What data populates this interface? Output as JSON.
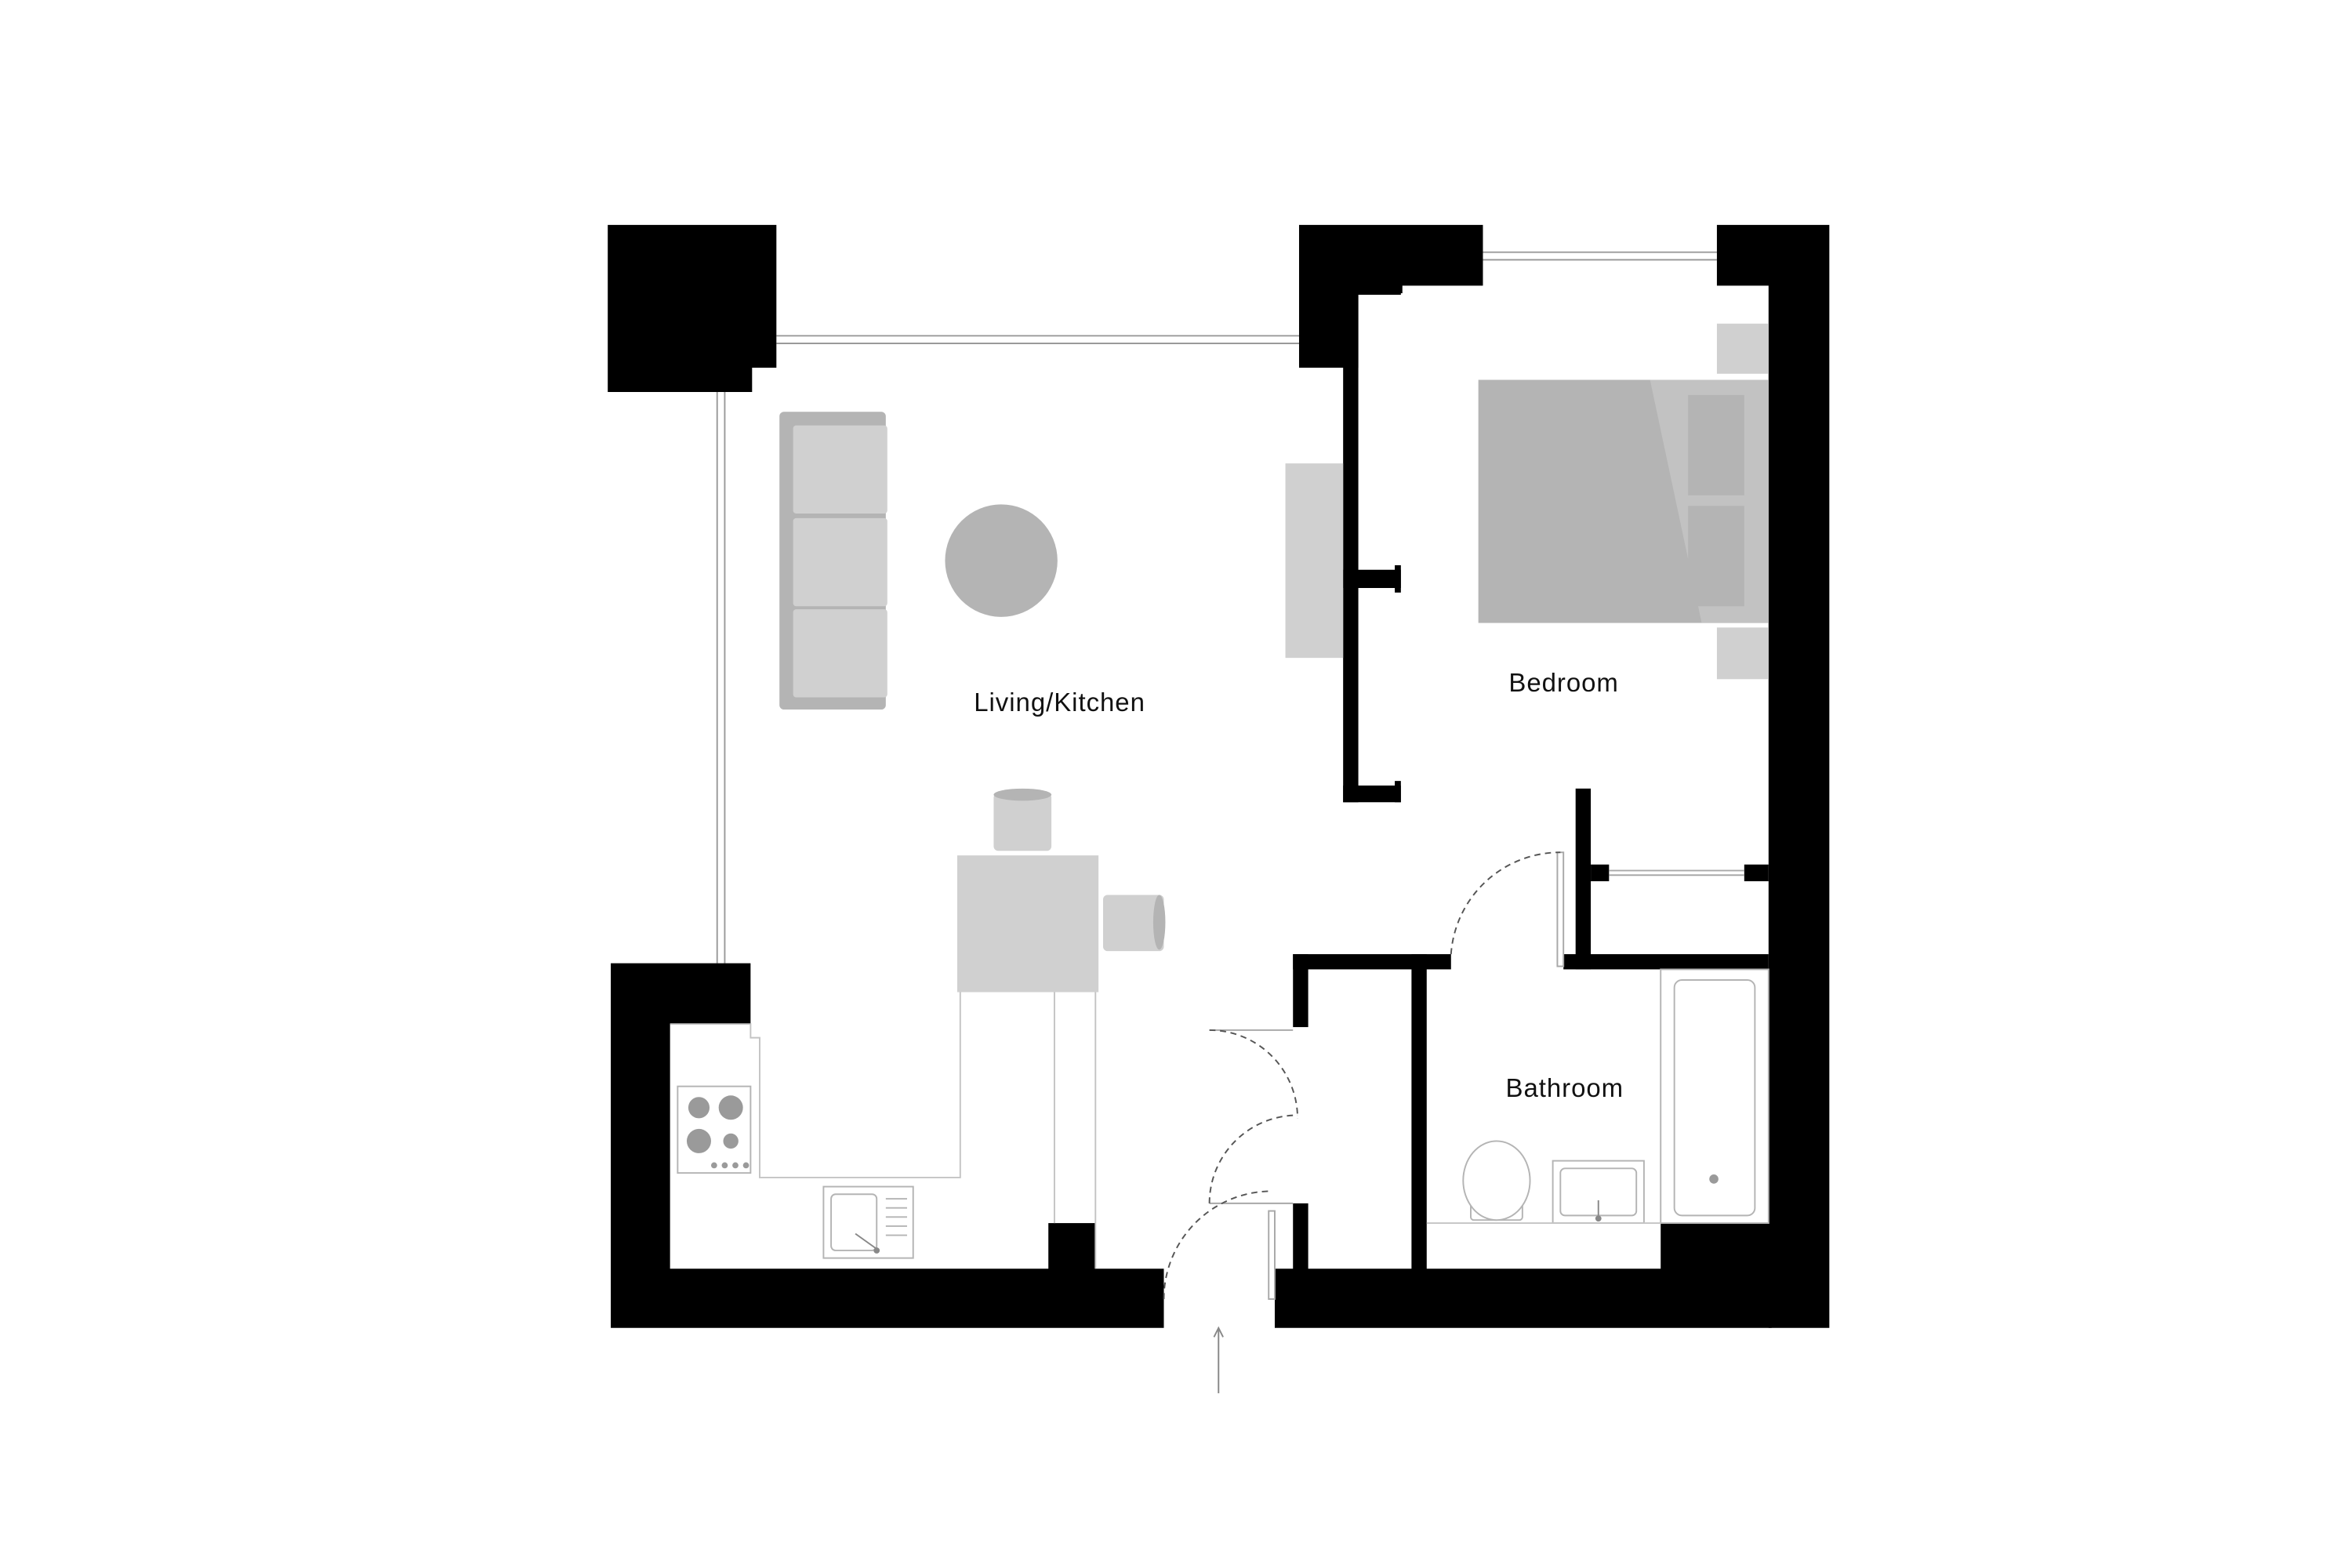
{
  "rooms": {
    "living_kitchen": "Living/Kitchen",
    "bedroom": "Bedroom",
    "bathroom": "Bathroom"
  },
  "colors": {
    "wall": "#000000",
    "furniture_light": "#d0d0d0",
    "furniture_mid": "#b4b4b4",
    "fixture_dark": "#9a9a9a",
    "line": "#a8a8a8",
    "background": "#ffffff"
  }
}
